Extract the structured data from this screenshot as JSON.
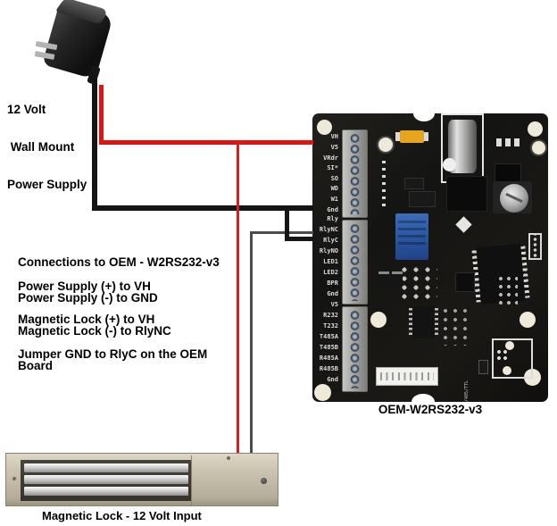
{
  "power_supply": {
    "caption_lines": [
      "12 Volt",
      " Wall Mount",
      "Power Supply"
    ]
  },
  "instructions": {
    "title": "Connections to OEM - W2RS232-v3",
    "power": [
      "Power Supply (+) to VH",
      "Power Supply (-) to GND"
    ],
    "magnetic_lock": [
      "Magnetic Lock (+) to VH",
      "Magnetic Lock (-) to RlyNC"
    ],
    "jumper": [
      "Jumper GND to RlyC on the OEM",
      "Board"
    ]
  },
  "board": {
    "caption": "OEM-W2RS232-v3",
    "silkscreen_vertical": "232/485/TTL",
    "pin_groups": [
      {
        "name": "reader-terminal",
        "pins": [
          "VH",
          "V5",
          "VRdr",
          "SI*",
          "SO",
          "WD",
          "W1",
          "Gnd"
        ]
      },
      {
        "name": "relay-led-terminal",
        "pins": [
          "Rly",
          "RlyNC",
          "RlyC",
          "RlyNO",
          "LED1",
          "LED2",
          "BPR",
          "Gnd"
        ]
      },
      {
        "name": "serial-terminal",
        "pins": [
          "V5",
          "R232",
          "T232",
          "T485A",
          "T485B",
          "R485A",
          "R485B",
          "Gnd"
        ]
      }
    ]
  },
  "magnetic_lock": {
    "caption": "Magnetic Lock - 12 Volt Input"
  },
  "wires": {
    "power_positive_color": "#e11212",
    "power_negative_color": "#141414",
    "lock_positive_color": "#d22020",
    "lock_negative_color": "#4c4c4c",
    "gnd_rlyc_jumper_color": "#161616"
  }
}
